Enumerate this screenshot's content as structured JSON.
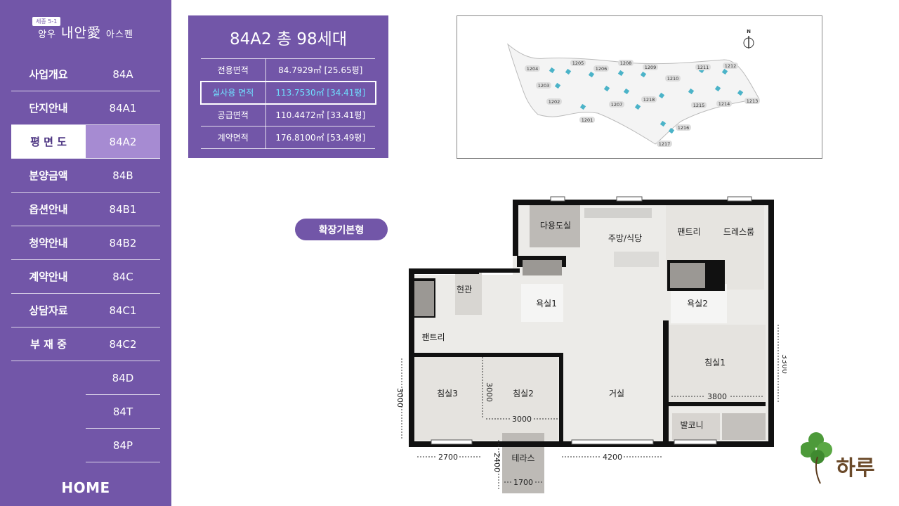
{
  "sidebar": {
    "logo_badge": "세종 5-1",
    "logo_prefix": "양우",
    "logo_main": "내안愛",
    "logo_suffix": "아스펜",
    "rows": [
      {
        "left": "사업개요",
        "right": "84A"
      },
      {
        "left": "단지안내",
        "right": "84A1"
      },
      {
        "left": "평 면 도",
        "right": "84A2",
        "active": true
      },
      {
        "left": "분양금액",
        "right": "84B"
      },
      {
        "left": "옵션안내",
        "right": "84B1"
      },
      {
        "left": "청약안내",
        "right": "84B2"
      },
      {
        "left": "계약안내",
        "right": "84C"
      },
      {
        "left": "상담자료",
        "right": "84C1"
      },
      {
        "left": "부 재 중",
        "right": "84C2"
      },
      {
        "left": "",
        "right": "84D"
      },
      {
        "left": "",
        "right": "84T"
      },
      {
        "left": "",
        "right": "84P"
      }
    ],
    "home_label": "HOME"
  },
  "info": {
    "title": "84A2 총 98세대",
    "rows": [
      {
        "label": "전용면적",
        "value": "84.7929㎡ [25.65평]"
      },
      {
        "label": "실사용 면적",
        "value": "113.7530㎡ [34.41평]",
        "highlight": true
      },
      {
        "label": "공급면적",
        "value": "110.4472㎡ [33.41평]"
      },
      {
        "label": "계약면적",
        "value": "176.8100㎡ [53.49평]"
      }
    ]
  },
  "sitemap": {
    "north_label": "N",
    "buildings": [
      "1201",
      "1202",
      "1203",
      "1204",
      "1205",
      "1206",
      "1207",
      "1208",
      "1209",
      "1210",
      "1211",
      "1212",
      "1213",
      "1214",
      "1215",
      "1216",
      "1217",
      "1218"
    ]
  },
  "plan": {
    "type_label": "확장기본형",
    "rooms": {
      "utility": "다용도실",
      "kitchen": "주방/식당",
      "pantry_top": "팬트리",
      "dressroom": "드레스룸",
      "entrance": "현관",
      "bath1": "욕실1",
      "bath2": "욕실2",
      "pantry_left": "팬트리",
      "bed3": "침실3",
      "bed2": "침실2",
      "living": "거실",
      "bed1": "침실1",
      "balcony": "발코니",
      "terrace": "테라스"
    },
    "dims": {
      "d3300": "3300",
      "d3000_left": "3000",
      "d3000_mid": "3000",
      "d3000_bottom": "3000",
      "d3800": "3800",
      "d2700": "2700",
      "d2400": "2400",
      "d4200": "4200",
      "d1700": "1700"
    }
  },
  "haru": {
    "label": "하루"
  }
}
